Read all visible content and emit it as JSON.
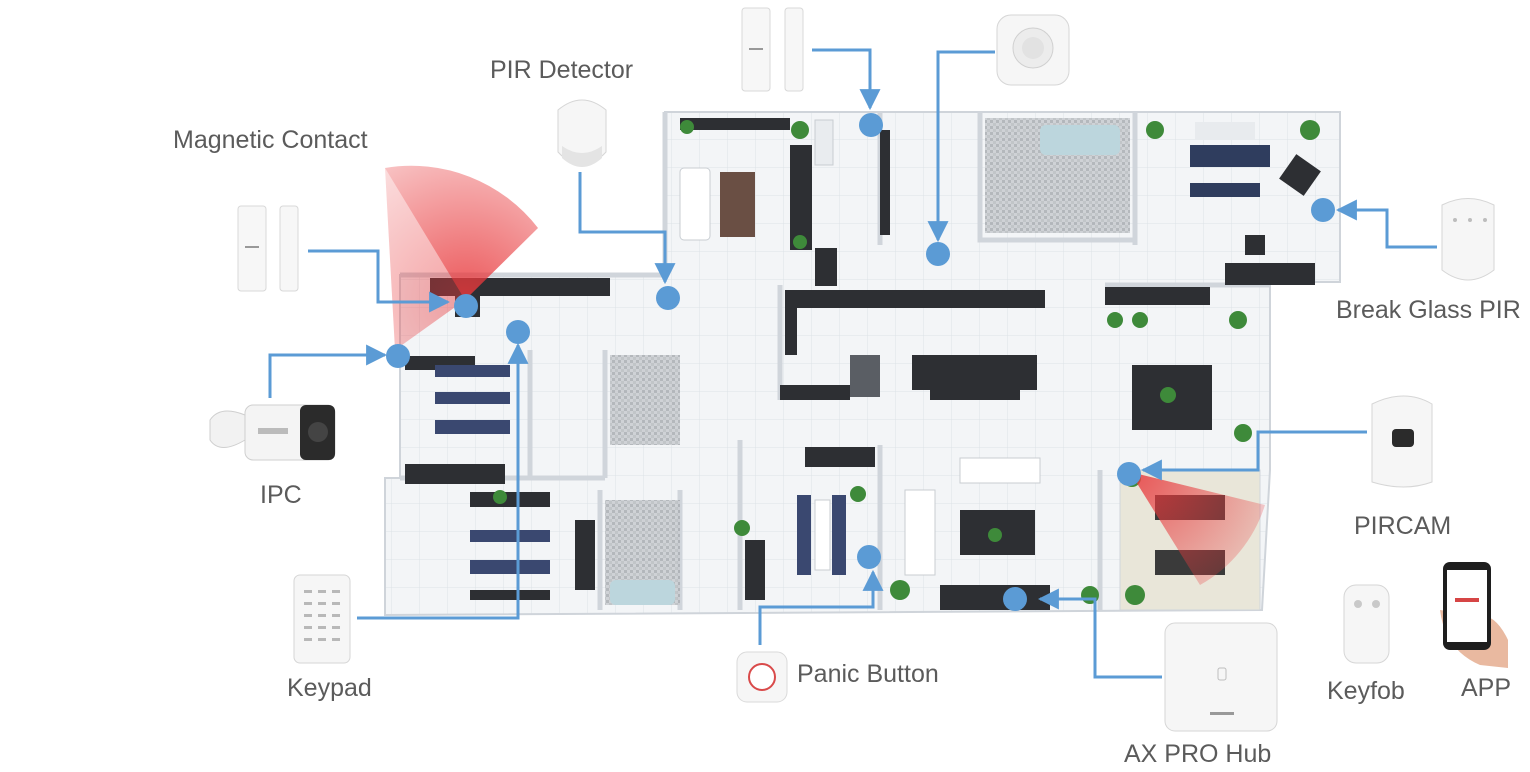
{
  "labels": {
    "pir_detector": "PIR Detector",
    "magnetic_contact": "Magnetic Contact",
    "ipc": "IPC",
    "keypad": "Keypad",
    "panic_button": "Panic Button",
    "ax_pro_hub": "AX PRO Hub",
    "keyfob": "Keyfob",
    "app": "APP",
    "pircam": "PIRCAM",
    "break_glass_pir": "Break Glass PIR"
  },
  "colors": {
    "connector": "#5b9bd5",
    "node": "#5b9bd5",
    "detection_zone": "#e8393c",
    "label_text": "#5b5b5b",
    "floor": "#eef1f4",
    "wall": "#d9dde2"
  },
  "icons": {
    "magnetic_contact": "door-sensor-icon",
    "pir_detector": "motion-sensor-icon",
    "ipc": "bullet-camera-icon",
    "keypad": "keypad-icon",
    "panic_button": "panic-button-icon",
    "ax_pro_hub": "alarm-hub-icon",
    "keyfob": "keyfob-icon",
    "app": "smartphone-icon",
    "pircam": "pir-camera-icon",
    "break_glass_pir": "break-glass-detector-icon",
    "siren": "siren-icon"
  }
}
